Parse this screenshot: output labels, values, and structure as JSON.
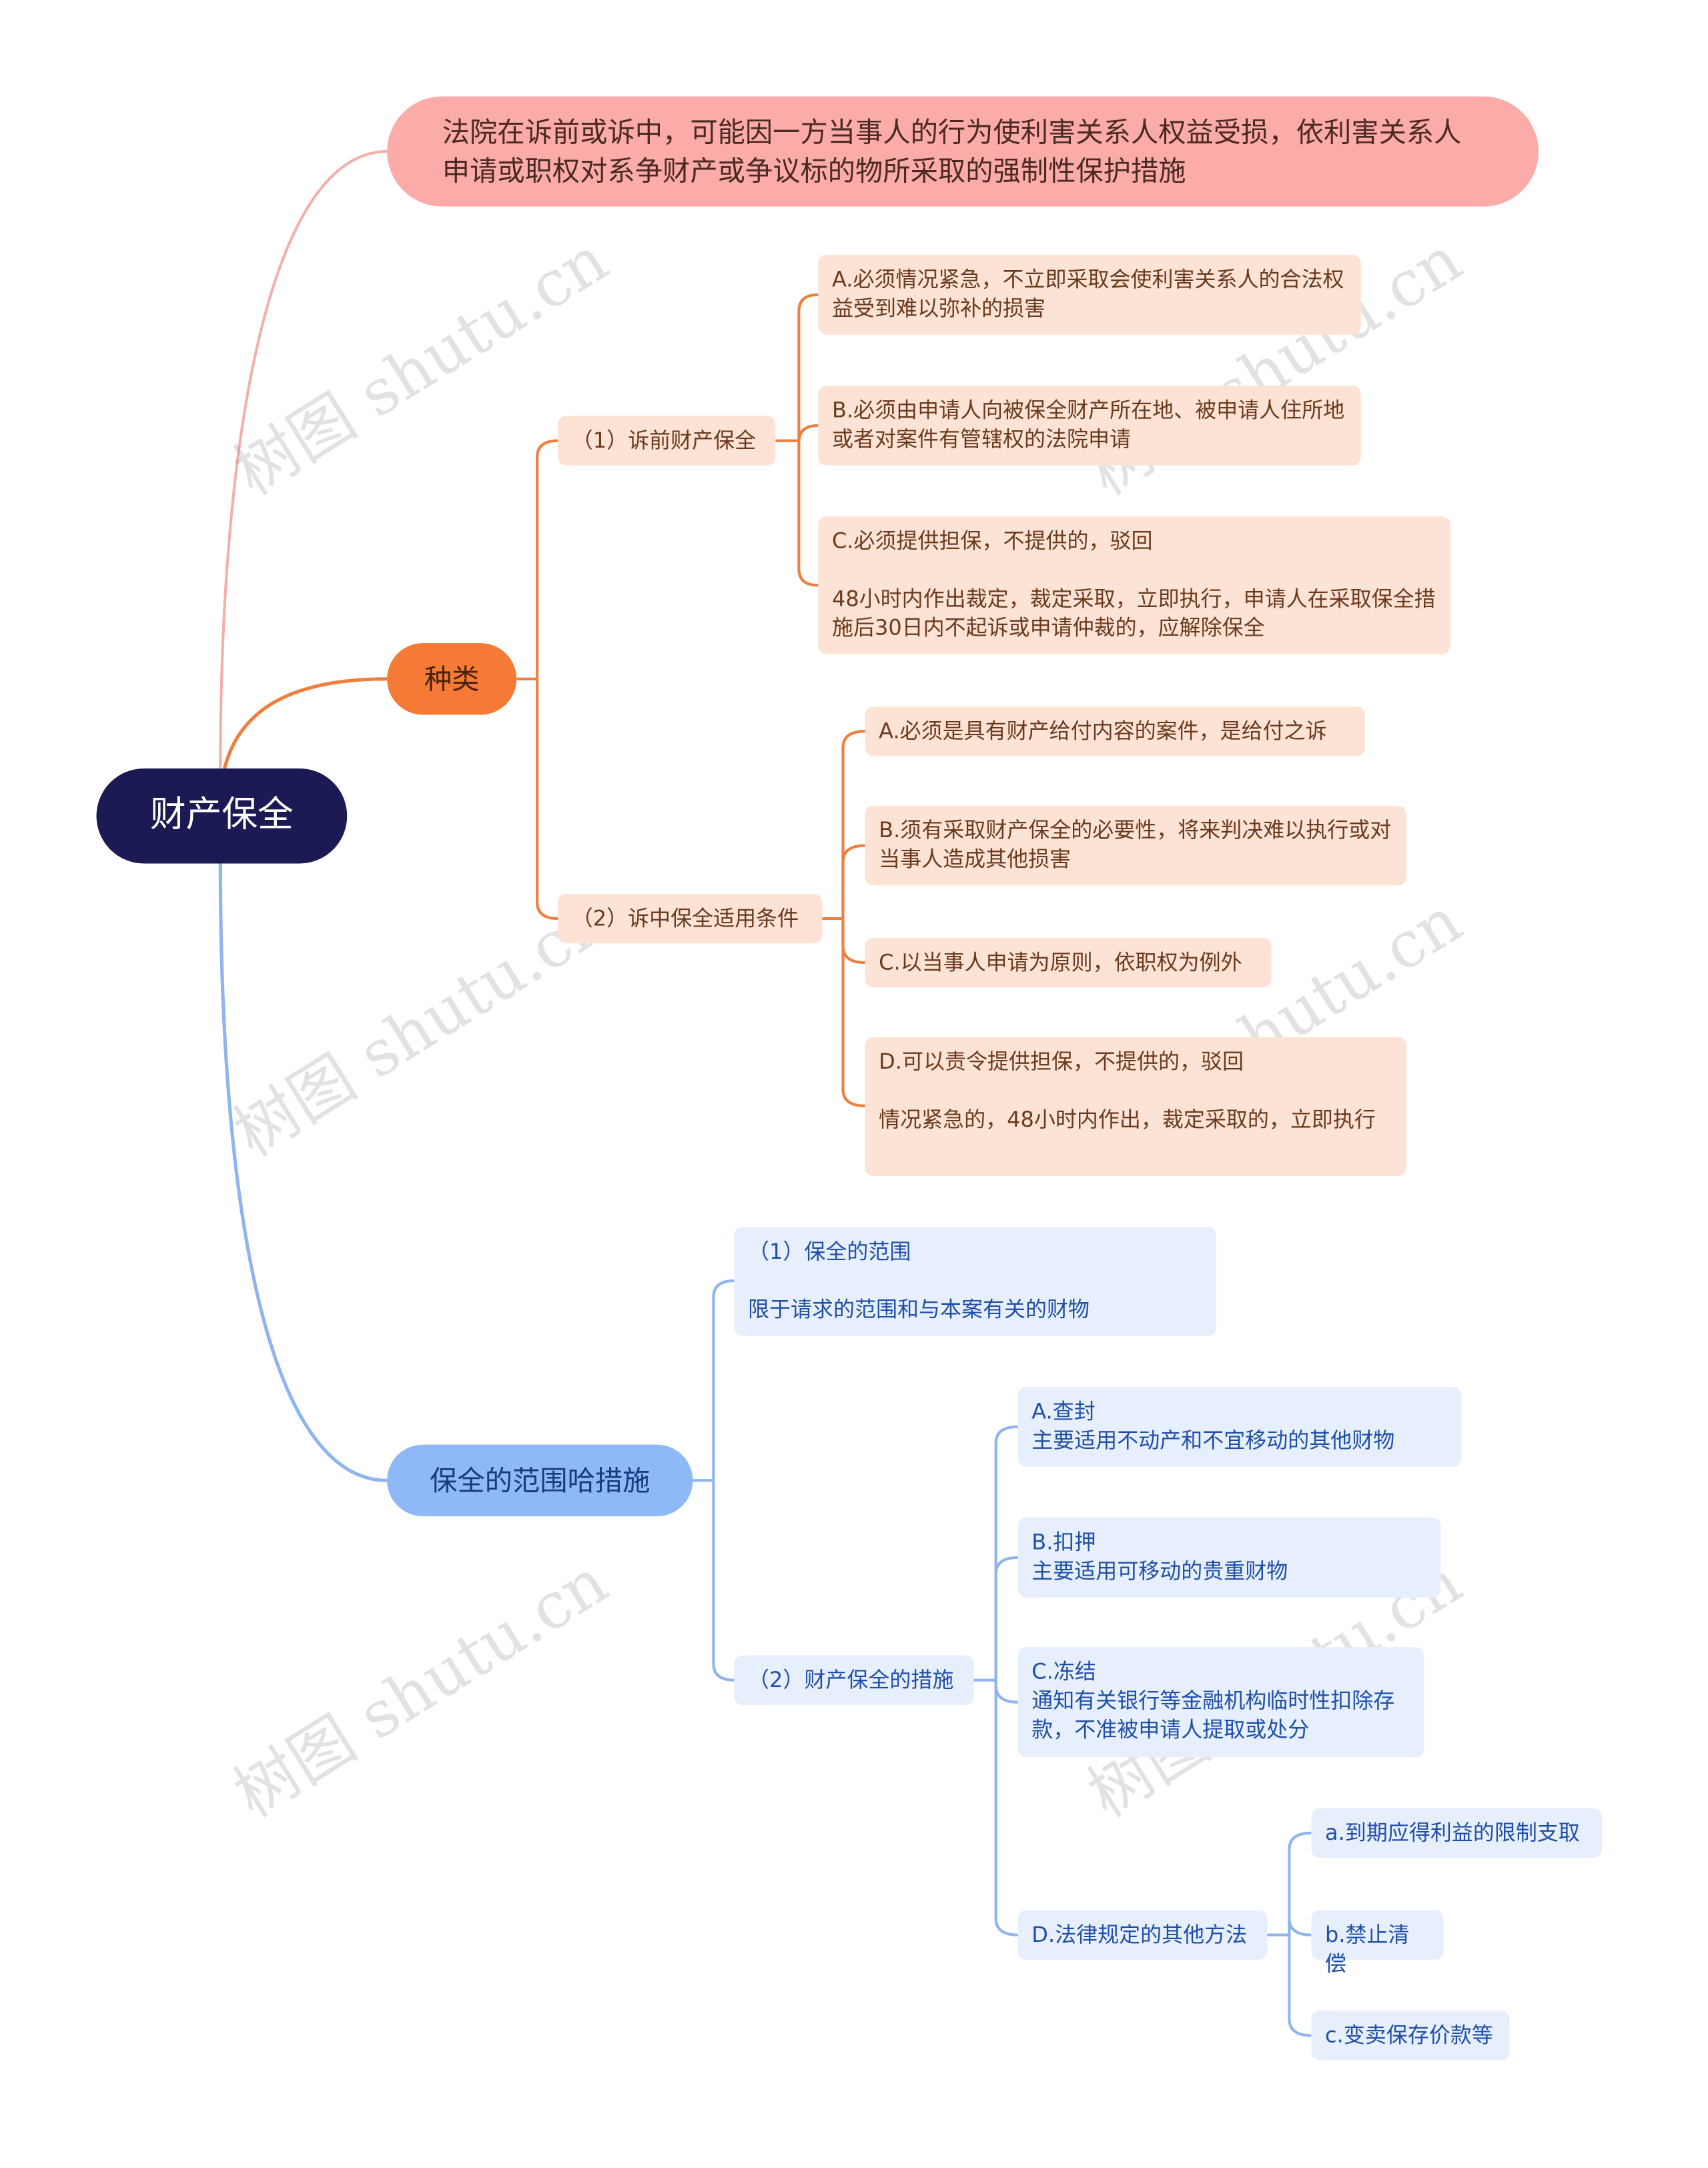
{
  "root": {
    "label": "财产保全"
  },
  "definition": {
    "label": "法院在诉前或诉中，可能因一方当事人的行为使利害关系人权益受损，依利害关系人申请或职权对系争财产或争议标的物所采取的强制性保护措施"
  },
  "types": {
    "label": "种类",
    "pre": {
      "label": "（1）诉前财产保全",
      "items": [
        "A.必须情况紧急，不立即采取会使利害关系人的合法权益受到难以弥补的损害",
        "B.必须由申请人向被保全财产所在地、被申请人住所地或者对案件有管辖权的法院申请",
        "C.必须提供担保，不提供的，驳回\n\n48小时内作出裁定，裁定采取，立即执行，申请人在采取保全措施后30日内不起诉或申请仲裁的，应解除保全"
      ]
    },
    "during": {
      "label": "（2）诉中保全适用条件",
      "items": [
        "A.必须是具有财产给付内容的案件，是给付之诉",
        "B.须有采取财产保全的必要性，将来判决难以执行或对当事人造成其他损害",
        "C.以当事人申请为原则，依职权为例外",
        "D.可以责令提供担保，不提供的，驳回\n\n情况紧急的，48小时内作出，裁定采取的，立即执行"
      ]
    }
  },
  "scope": {
    "label": "保全的范围哈措施",
    "range": {
      "label": "（1）保全的范围\n\n限于请求的范围和与本案有关的财物"
    },
    "measures": {
      "label": "（2）财产保全的措施",
      "items": [
        "A.查封\n主要适用不动产和不宜移动的其他财物",
        "B.扣押\n主要适用可移动的贵重财物",
        "C.冻结\n通知有关银行等金融机构临时性扣除存款，不准被申请人提取或处分",
        "D.法律规定的其他方法"
      ],
      "other": [
        "a.到期应得利益的限制支取",
        "b.禁止清偿",
        "c.变卖保存价款等"
      ]
    }
  },
  "watermark": "树图 shutu.cn",
  "colors": {
    "root": "#1c1a55",
    "definition": "#fcaca8",
    "types": "#f47a36",
    "scope": "#8fb8f7",
    "orange_line": "#ef7f3d",
    "blue_line": "#8fb4ef",
    "pink_line": "#f2b0ad"
  }
}
